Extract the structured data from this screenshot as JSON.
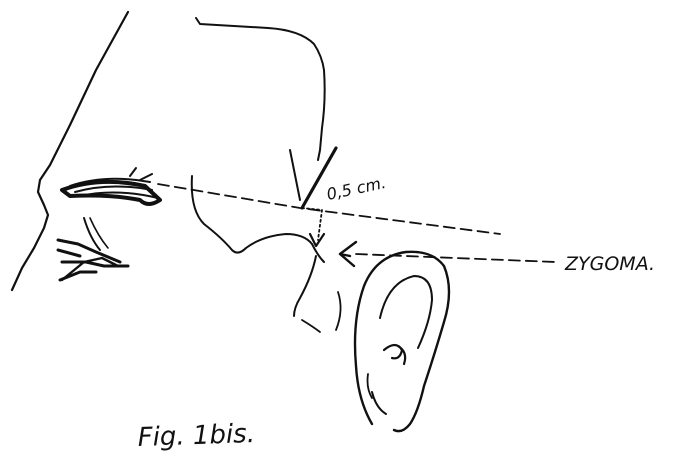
{
  "figure": {
    "measurement_label": "0,5 cm.",
    "structure_label": "ZYGOMA.",
    "caption": "Fig. 1bis."
  },
  "colors": {
    "ink": "#111111",
    "paper": "#ffffff"
  }
}
